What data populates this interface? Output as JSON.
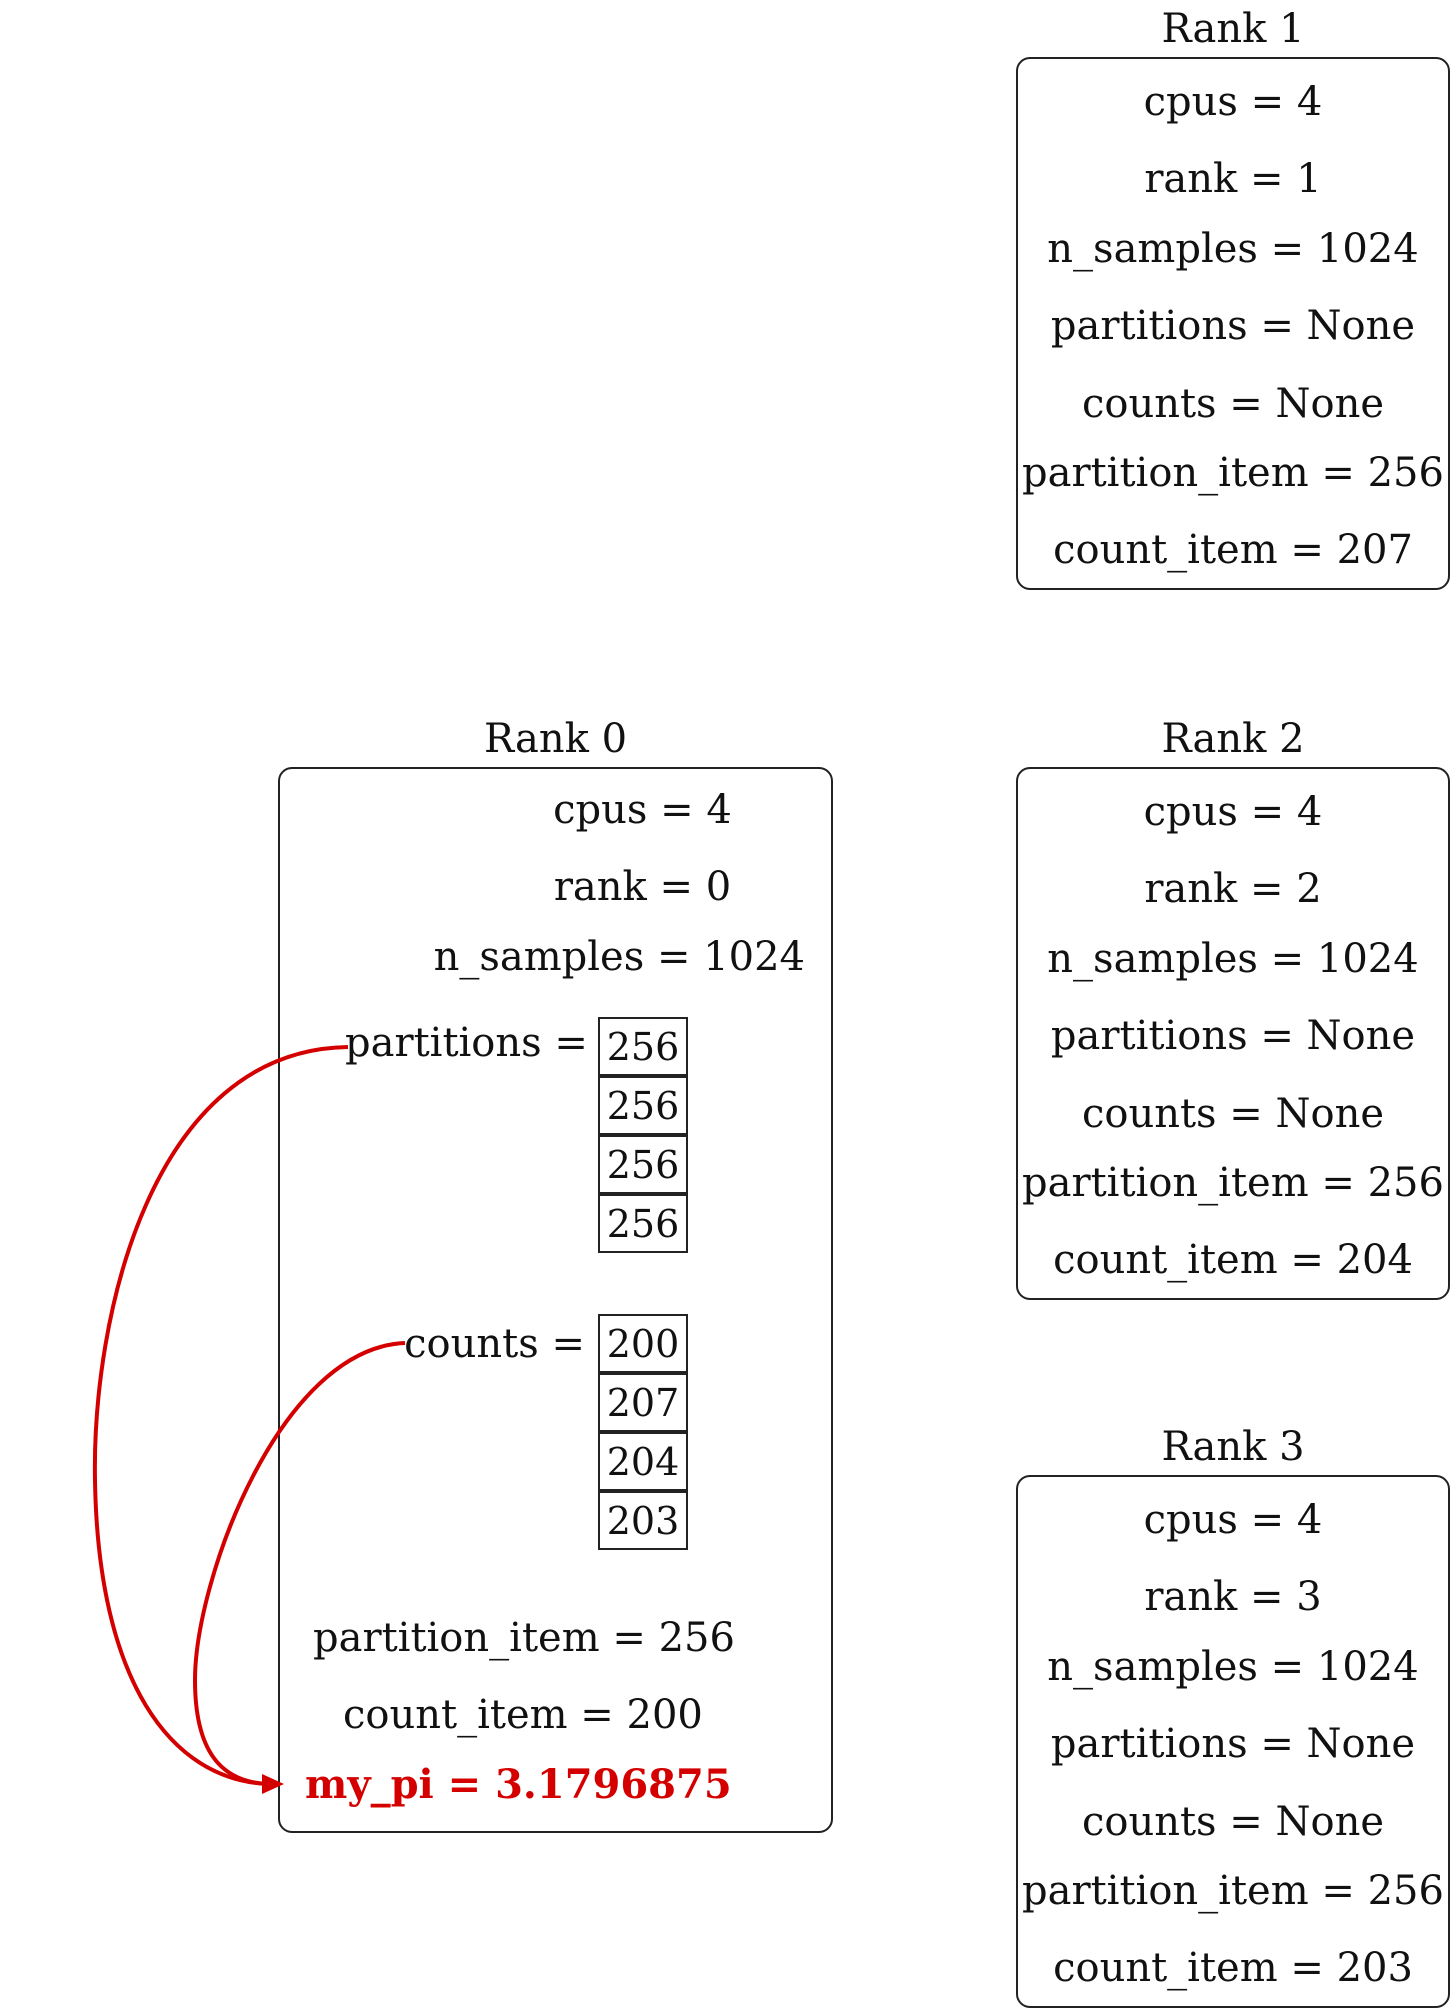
{
  "accent_color": "#d40000",
  "rank1": {
    "title": "Rank 1",
    "lines": [
      "cpus = 4",
      "rank = 1",
      "n_samples = 1024",
      "partitions = None",
      "counts = None",
      "partition_item = 256",
      "count_item = 207"
    ]
  },
  "rank2": {
    "title": "Rank 2",
    "lines": [
      "cpus = 4",
      "rank = 2",
      "n_samples = 1024",
      "partitions = None",
      "counts = None",
      "partition_item = 256",
      "count_item = 204"
    ]
  },
  "rank3": {
    "title": "Rank 3",
    "lines": [
      "cpus = 4",
      "rank = 3",
      "n_samples = 1024",
      "partitions = None",
      "counts = None",
      "partition_item = 256",
      "count_item = 203"
    ]
  },
  "rank0": {
    "title": "Rank 0",
    "cpus": "cpus = 4",
    "rank": "rank = 0",
    "n_samples": "n_samples = 1024",
    "partitions_label": "partitions =",
    "partitions": [
      "256",
      "256",
      "256",
      "256"
    ],
    "counts_label": "counts =",
    "counts": [
      "200",
      "207",
      "204",
      "203"
    ],
    "partition_item": "partition_item = 256",
    "count_item": "count_item = 200",
    "my_pi": "my_pi = 3.1796875"
  }
}
